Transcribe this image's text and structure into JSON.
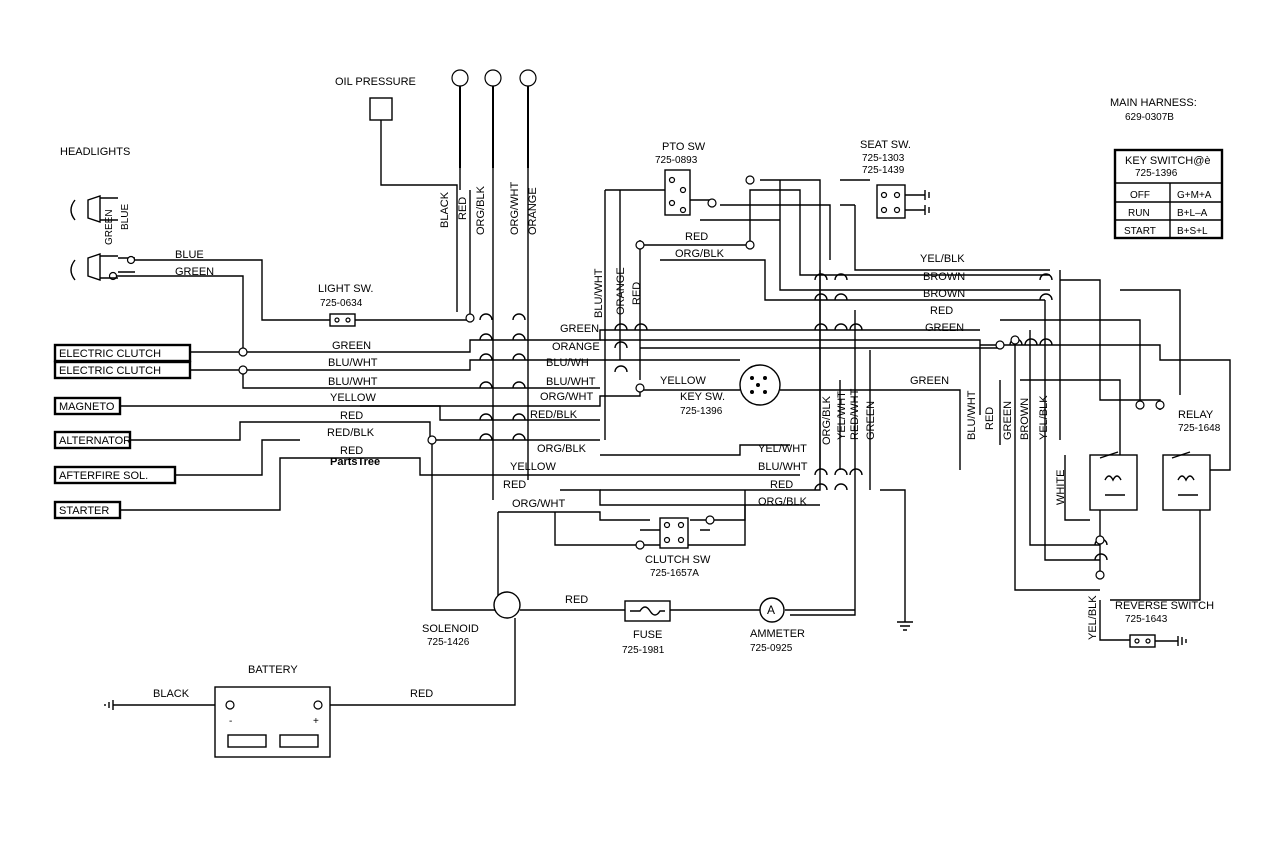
{
  "watermark": "PartsTree",
  "title": {
    "line1": "MAIN HARNESS:",
    "line2": "629-0307B"
  },
  "key_switch_table": {
    "header1": "KEY SWITCH@è",
    "header2": "725-1396",
    "rows": [
      {
        "pos": "OFF",
        "contacts": "G+M+A"
      },
      {
        "pos": "RUN",
        "contacts": "B+L–A"
      },
      {
        "pos": "START",
        "contacts": "B+S+L"
      }
    ]
  },
  "components": {
    "oil_pressure": "OIL PRESSURE",
    "headlights": "HEADLIGHTS",
    "pto_sw": {
      "name": "PTO SW",
      "part": "725-0893"
    },
    "seat_sw": {
      "name": "SEAT SW.",
      "part1": "725-1303",
      "part2": "725-1439"
    },
    "light_sw": {
      "name": "LIGHT SW.",
      "part": "725-0634"
    },
    "key_sw": {
      "name": "KEY SW.",
      "part": "725-1396"
    },
    "clutch_sw": {
      "name": "CLUTCH SW",
      "part": "725-1657A"
    },
    "relay": {
      "name": "RELAY",
      "part": "725-1648"
    },
    "reverse_switch": {
      "name": "REVERSE SWITCH",
      "part": "725-1643"
    },
    "solenoid": {
      "name": "SOLENOID",
      "part": "725-1426"
    },
    "fuse": {
      "name": "FUSE",
      "part": "725-1981"
    },
    "ammeter": {
      "name": "AMMETER",
      "part": "725-0925",
      "symbol": "A"
    },
    "battery": {
      "name": "BATTERY",
      "neg": "-",
      "pos": "+"
    }
  },
  "connectors": [
    "ELECTRIC CLUTCH",
    "ELECTRIC CLUTCH",
    "MAGNETO",
    "ALTERNATOR",
    "AFTERFIRE SOL.",
    "STARTER"
  ],
  "wire_labels": {
    "black": "BLACK",
    "red": "RED",
    "org_blk": "ORG/BLK",
    "org_wht": "ORG/WHT",
    "orange": "ORANGE",
    "blue": "BLUE",
    "green": "GREEN",
    "blu_wht": "BLU/WHT",
    "blu_wh": "BLU/WH",
    "yellow": "YELLOW",
    "red_blk": "RED/BLK",
    "yel_blk": "YEL/BLK",
    "brown": "BROWN",
    "white": "WHITE",
    "yel_wht": "YEL/WHT",
    "red_wht": "RED/WHT"
  }
}
